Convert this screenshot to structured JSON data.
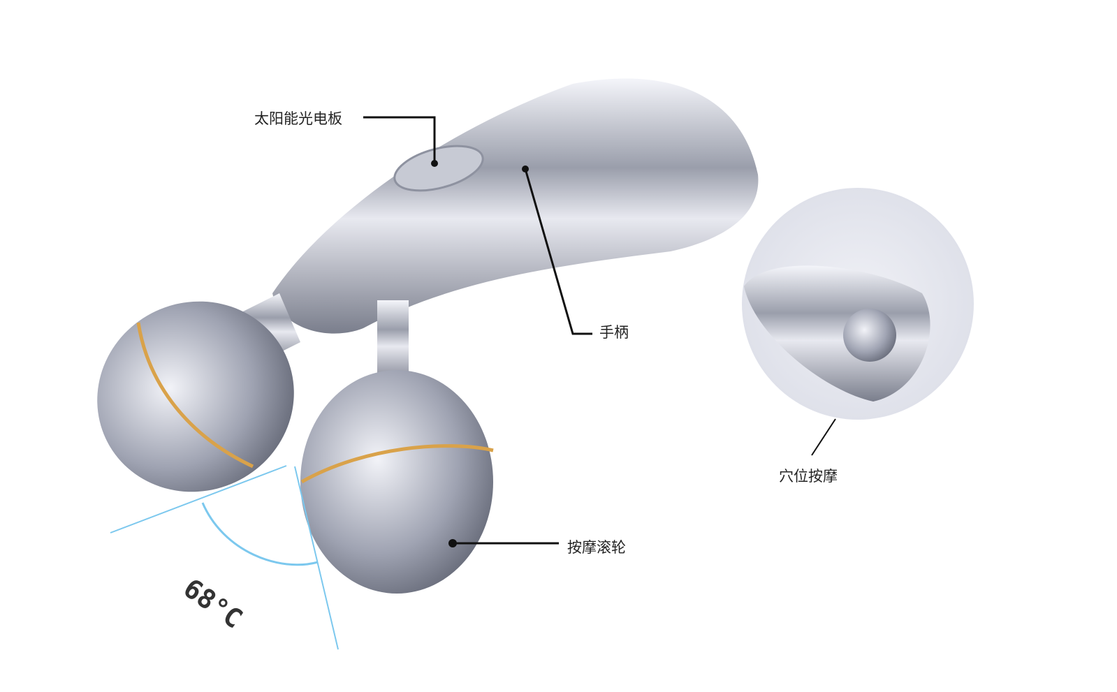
{
  "labels": {
    "solar_panel": "太阳能光电板",
    "handle": "手柄",
    "acupoint_massage": "穴位按摩",
    "massage_roller": "按摩滚轮"
  },
  "angle_text": "68°C",
  "colors": {
    "angle_line": "#7cc8ee",
    "ring": "#d9a24a",
    "chrome": "#b8bcc8"
  }
}
